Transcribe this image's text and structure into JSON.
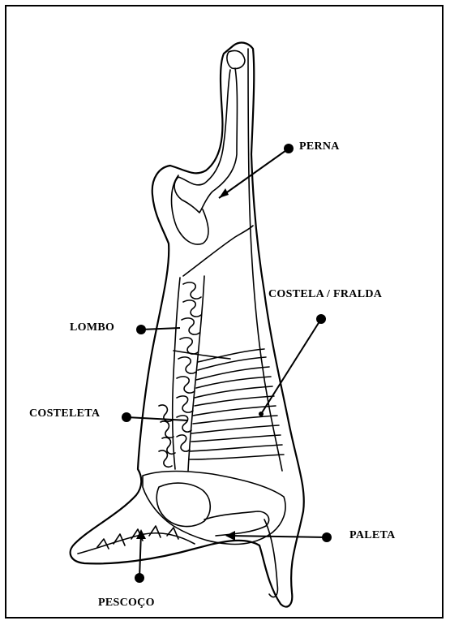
{
  "labels": {
    "perna": "PERNA",
    "costela_fralda": "COSTELA / FRALDA",
    "lombo": "LOMBO",
    "costeleta": "COSTELETA",
    "paleta": "PALETA",
    "pescoco": "PESCOÇO"
  },
  "colors": {
    "ink": "#000000",
    "paper": "#ffffff"
  }
}
